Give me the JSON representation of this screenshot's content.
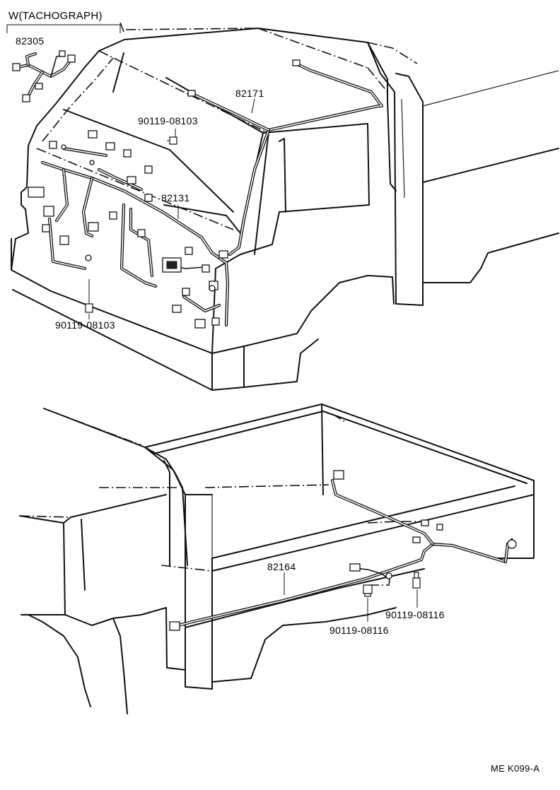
{
  "labels": {
    "tachograph_note": "W(TACHOGRAPH)",
    "part_82305": "82305",
    "part_82171": "82171",
    "part_82131": "82131",
    "part_82164": "82164",
    "bolt_upper_right": "90119-08103",
    "bolt_upper_left": "90119-08103",
    "bolt_lower_left": "90119-08116",
    "bolt_lower_right": "90119-08116",
    "figure_code": "ME K099-A"
  }
}
